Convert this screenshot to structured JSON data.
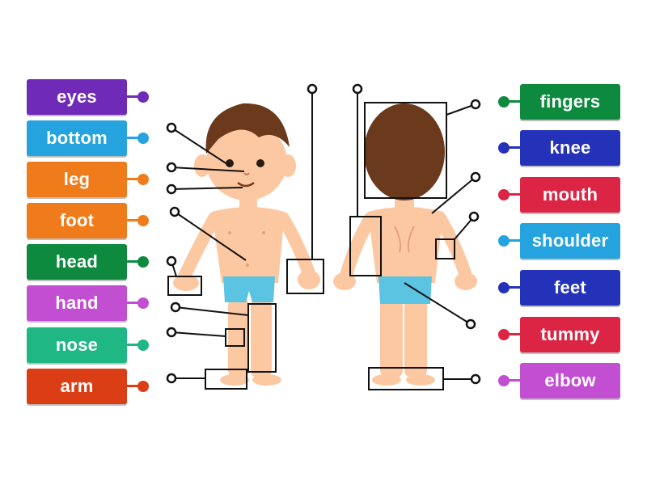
{
  "left_labels": [
    {
      "text": "eyes",
      "color": "#6f2ab8"
    },
    {
      "text": "bottom",
      "color": "#24a3df"
    },
    {
      "text": "leg",
      "color": "#f07b1a"
    },
    {
      "text": "foot",
      "color": "#f07b1a"
    },
    {
      "text": "head",
      "color": "#0d8a3e"
    },
    {
      "text": "hand",
      "color": "#c24fd1"
    },
    {
      "text": "nose",
      "color": "#1fb885"
    },
    {
      "text": "arm",
      "color": "#db3d14"
    }
  ],
  "right_labels": [
    {
      "text": "fingers",
      "color": "#0d8a3e"
    },
    {
      "text": "knee",
      "color": "#2332b8"
    },
    {
      "text": "mouth",
      "color": "#dc2544"
    },
    {
      "text": "shoulder",
      "color": "#24a3df"
    },
    {
      "text": "feet",
      "color": "#2332b8"
    },
    {
      "text": "tummy",
      "color": "#dc2544"
    },
    {
      "text": "elbow",
      "color": "#c24fd1"
    }
  ],
  "colors": {
    "skin": "#fcc8a2",
    "skin_shade": "#f0a98a",
    "hair": "#6b3a1d",
    "shorts": "#5bc4e3",
    "pointer": "#111111"
  }
}
